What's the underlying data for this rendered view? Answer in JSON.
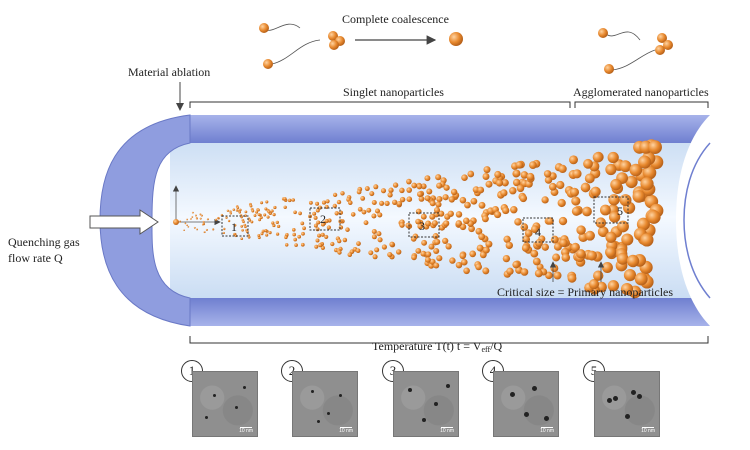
{
  "labels": {
    "complete_coalescence": "Complete coalescence",
    "material_ablation": "Material ablation",
    "singlet": "Singlet nanoparticles",
    "agglomerated": "Agglomerated nanoparticles",
    "quenching_line1": "Quenching gas",
    "quenching_line2": "flow rate Q",
    "critical_size": "Critical size = Primary nanoparticles",
    "temperature": "Temperature T(t)  t = V",
    "temperature_sub": "eff",
    "temperature_tail": "/Q"
  },
  "zones": [
    "1",
    "2",
    "3",
    "4",
    "5"
  ],
  "panels": [
    {
      "num": "1",
      "scale": "10 nm"
    },
    {
      "num": "2",
      "scale": "10 nm"
    },
    {
      "num": "3",
      "scale": "10 nm"
    },
    {
      "num": "4",
      "scale": "10 nm"
    },
    {
      "num": "5",
      "scale": "10 nm"
    }
  ],
  "colors": {
    "tube_wall": "#7f8fd6",
    "tube_inner": "#dbe9f8",
    "particle": "#e8892e",
    "particle_highlight": "#ffd3a1"
  }
}
